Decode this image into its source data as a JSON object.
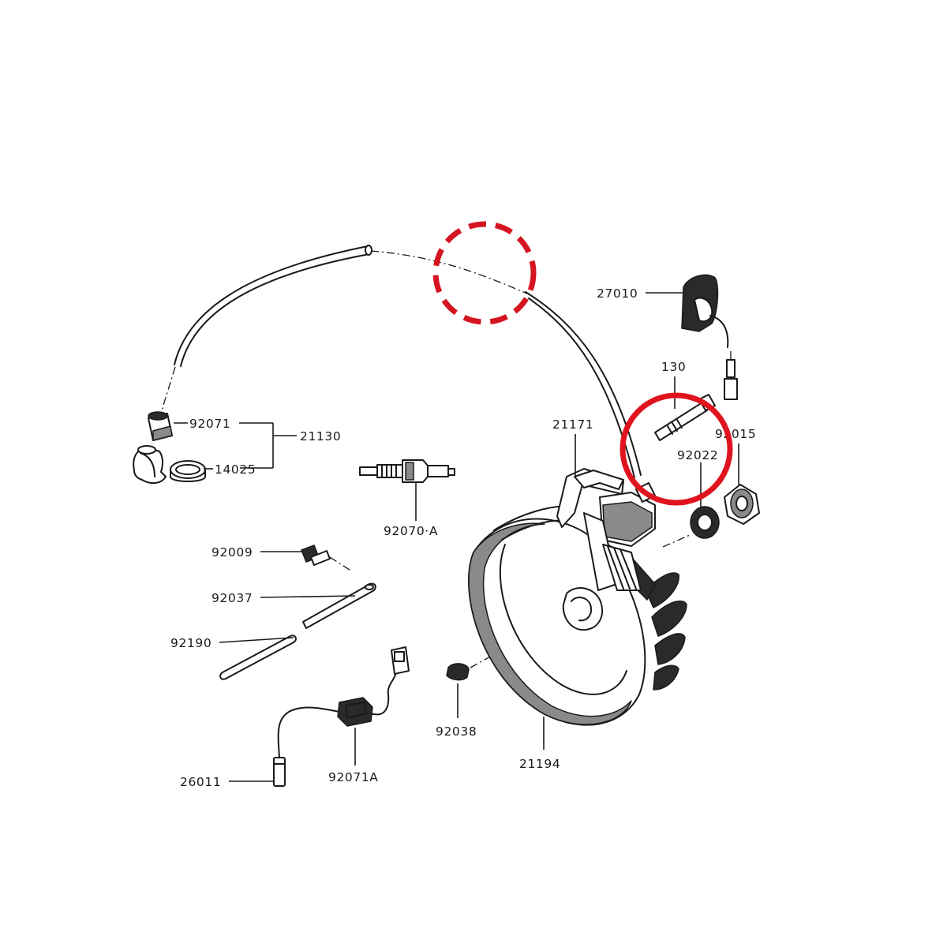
{
  "diagram": {
    "part_labels": {
      "p27010": "27010",
      "p130": "130",
      "p21171": "21171",
      "p92015": "92015",
      "p92022": "92022",
      "p92071": "92071",
      "p21130": "21130",
      "p14025": "14025",
      "p92070A": "92070·A",
      "p92009": "92009",
      "p92037": "92037",
      "p92190": "92190",
      "p92038": "92038",
      "p21194": "21194",
      "p26011": "26011",
      "p92071A": "92071A"
    },
    "highlights": {
      "solid_circle_color": "#e0141e",
      "dashed_circle_color": "#d41420"
    }
  }
}
